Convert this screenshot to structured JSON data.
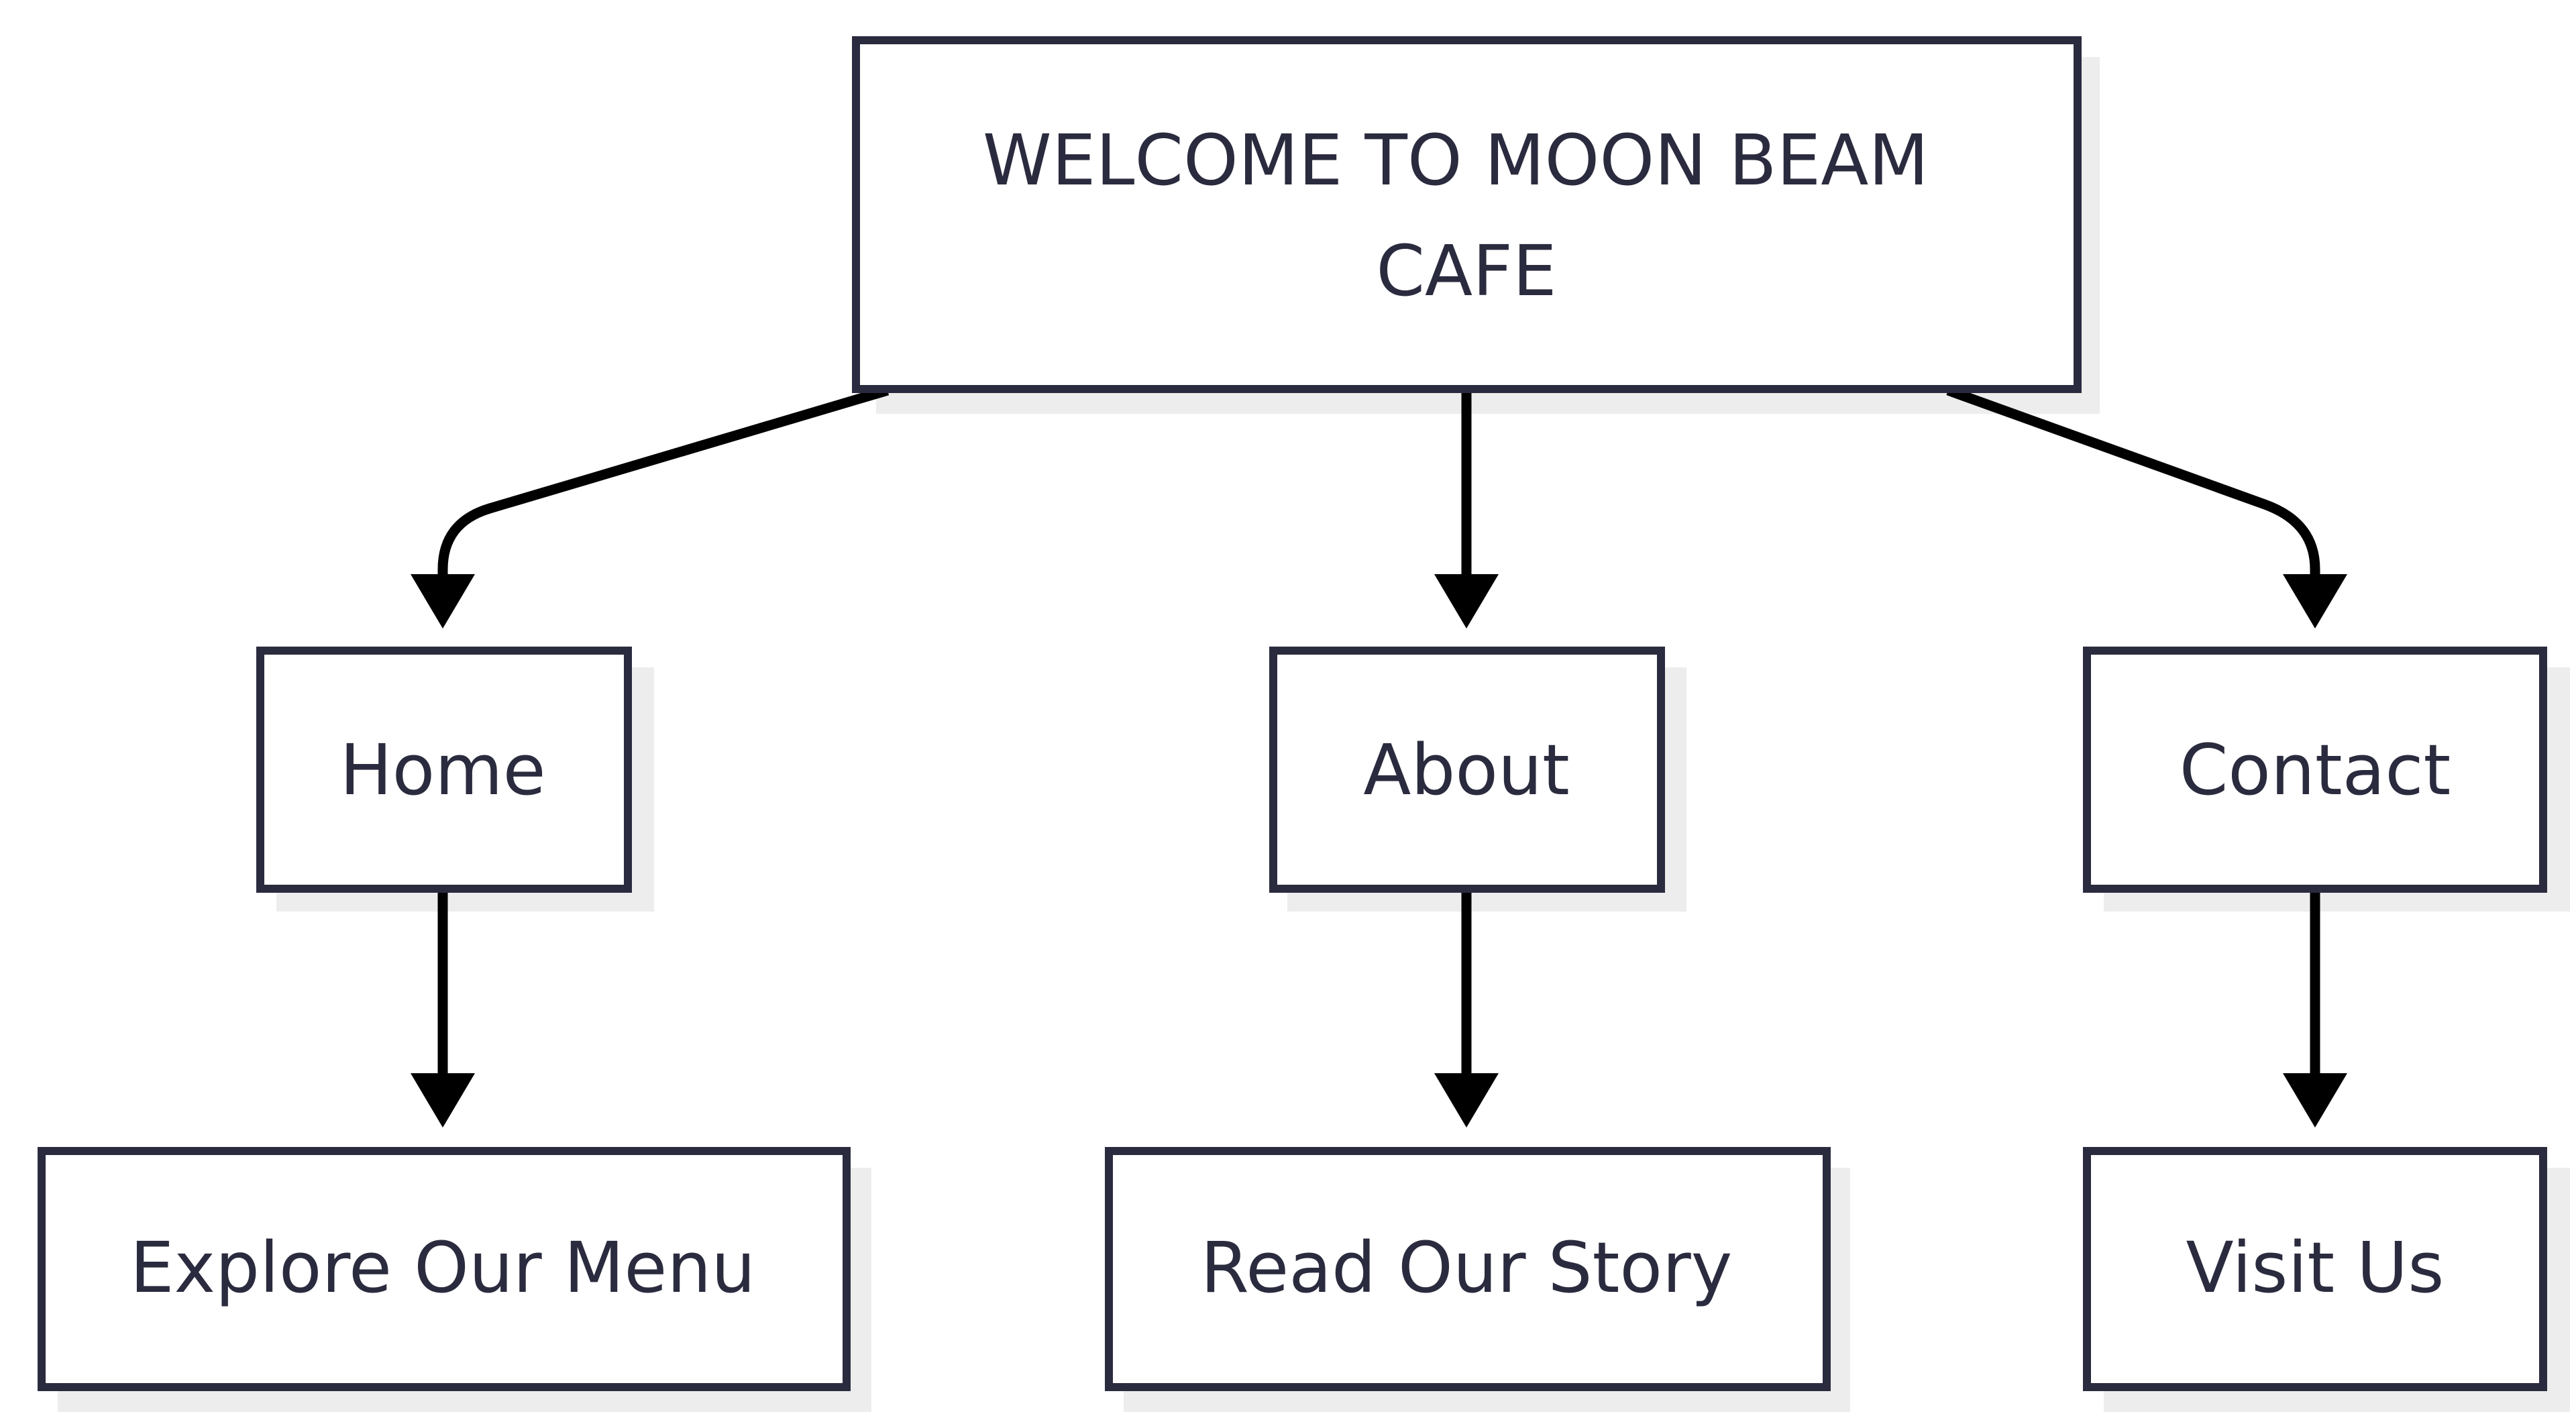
{
  "diagram": {
    "colors": {
      "node_border": "#2b2b3f",
      "node_fill": "#ffffff",
      "node_shadow": "#ededed",
      "edge": "#000000",
      "text": "#2b2b3f"
    },
    "nodes": {
      "root": {
        "line1": "WELCOME TO MOON BEAM",
        "line2": "CAFE"
      },
      "home": {
        "label": "Home"
      },
      "about": {
        "label": "About"
      },
      "contact": {
        "label": "Contact"
      },
      "menu": {
        "label": "Explore Our Menu"
      },
      "story": {
        "label": "Read Our Story"
      },
      "visit": {
        "label": "Visit Us"
      }
    },
    "edges": [
      {
        "from": "root",
        "to": "home"
      },
      {
        "from": "root",
        "to": "about"
      },
      {
        "from": "root",
        "to": "contact"
      },
      {
        "from": "home",
        "to": "menu"
      },
      {
        "from": "about",
        "to": "story"
      },
      {
        "from": "contact",
        "to": "visit"
      }
    ]
  }
}
